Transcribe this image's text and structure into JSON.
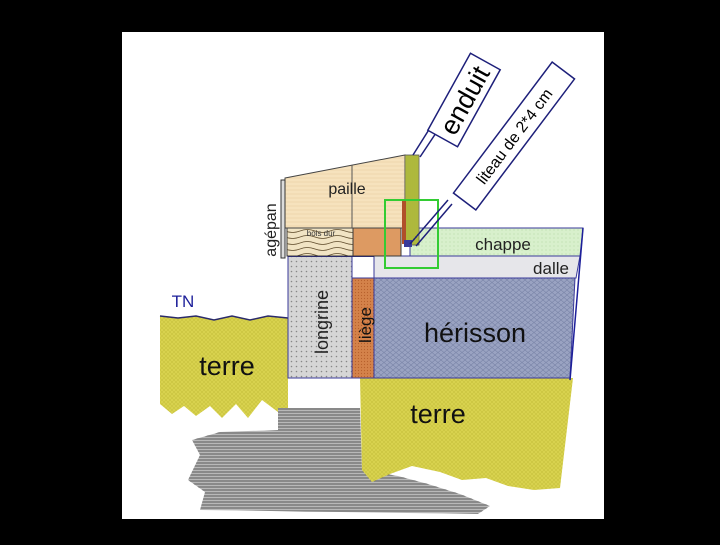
{
  "diagram": {
    "labels": {
      "enduit": "enduit",
      "liteau": "liteau de 2*4 cm",
      "paille": "paille",
      "agepan": "agépan",
      "bois": "bois dur",
      "chappe": "chappe",
      "dalle": "dalle",
      "tn": "TN",
      "longrine": "longrine",
      "liege": "liège",
      "herisson": "hérisson",
      "terre_left": "terre",
      "terre_right": "terre"
    },
    "colors": {
      "background": "#000000",
      "panel": "#ffffff",
      "paille": "#f6e2bd",
      "enduit": "#b9c440",
      "chappe": "#d8f0cc",
      "dalle": "#e6e6ea",
      "herisson": "#9aa3c2",
      "longrine": "#cfcfcf",
      "liege": "#d4824a",
      "terre": "#d8d24e",
      "foundation": "#8c8c8c",
      "callout_border": "#1d1f7a",
      "highlight": "#33cc33"
    }
  }
}
